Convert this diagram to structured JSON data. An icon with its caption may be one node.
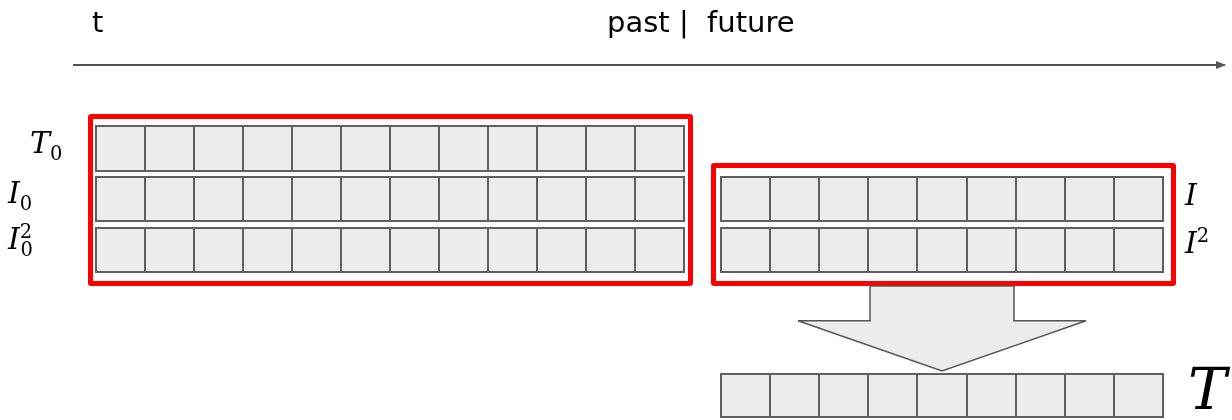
{
  "diagram": {
    "nodes": [
      {
        "text": [],
        "shape": "box"
      },
      {
        "text": [],
        "shape": "bar",
        "in": 0,
        "beside": [
          "*T*$_{0}$"
        ]
      },
      {
        "text": [],
        "shape": "bar",
        "in": 0,
        "beside": [
          "*I*$_{0}$"
        ]
      },
      {
        "text": [],
        "shape": "bar",
        "in": 0,
        "beside": [
          "*I*$^{2}$$_{0}$"
        ]
      },
      {
        "text": [],
        "shape": "box"
      },
      {
        "text": [],
        "shape": "bar",
        "in": 4,
        "beside": [
          "*I*"
        ]
      },
      {
        "text": [],
        "shape": "bar",
        "in": 4,
        "beside": [
          "*I*$^{2}$"
        ]
      },
      {
        "text": [],
        "shape": "bar",
        "beside": [
          "*T*"
        ]
      }
    ],
    "edges": [
      {
        "from": 4,
        "to": 7,
        "arrow": "to"
      }
    ],
    "labels": [
      "t",
      "past |  future"
    ]
  }
}
